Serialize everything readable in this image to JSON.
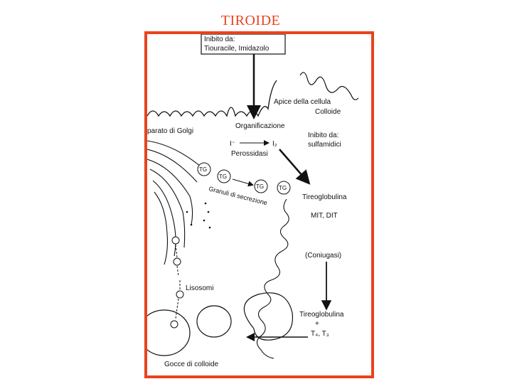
{
  "slide": {
    "title": "TIROIDE"
  },
  "diagram": {
    "labels": {
      "inhibitors_top_line1": "Inibito da:",
      "inhibitors_top_line2": "Tiouracile, Imidazolo",
      "cell_apex": "Apice della cellula",
      "colloid_top": "Colloide",
      "golgi": "parato di Golgi",
      "organification": "Organificazione",
      "iodide": "I⁻",
      "iodine": "I₂",
      "peroxidase": "Perossidasi",
      "inhibited_by": "Inibito da:",
      "sulfonamides": "sulfamidici",
      "tg": "TG",
      "secretion_granules": "Granuli di secrezione",
      "thyroglobulin_mid": "Tireoglobulina",
      "mit_dit": "MIT, DIT",
      "coupling": "(Coniugasi)",
      "lysosomes": "Lisosomi",
      "thyroglobulin_bottom": "Tireoglobulina",
      "plus": "+",
      "t4_t3": "T₄, T₃",
      "colloid_drops": "Gocce di colloide"
    }
  }
}
